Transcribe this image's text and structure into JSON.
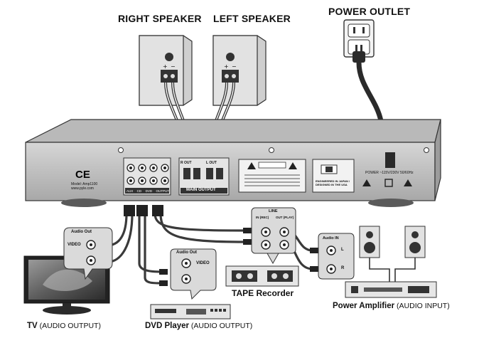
{
  "labels": {
    "right_speaker": "RIGHT SPEAKER",
    "left_speaker": "LEFT SPEAKER",
    "power_outlet": "POWER OUTLET",
    "tape_recorder": "TAPE Recorder",
    "tv_bold": "TV",
    "tv_rest": " (AUDIO OUTPUT)",
    "dvd_bold": "DVD Player",
    "dvd_rest": " (AUDIO OUTPUT)",
    "amp_bold": "Power Amplifier",
    "amp_rest": " (AUDIO INPUT)"
  },
  "amp": {
    "ce": "CE",
    "model": "Model: Amp1100",
    "site": "www.pyle.com",
    "main_output": "MAIN OUTPUT",
    "r_out": "R OUT",
    "l_out": "L OUT",
    "power_text": "POWER ~115V/230V 50/60Hz",
    "input_labels": [
      "AUX",
      "CD",
      "DVD",
      "OUTPUT"
    ],
    "engineered": "ENGINEERED IN JAPAN / DESIGNED IN THE USA"
  },
  "jacks": {
    "tv_title": "Audio Out",
    "tv_video": "VIDEO",
    "dvd_title": "Audio Out",
    "dvd_video": "VIDEO",
    "line": "LINE",
    "tape_in": "IN (REC)",
    "tape_out": "OUT (PLAY)",
    "audio_in": "Audio IN",
    "l": "L",
    "r": "R"
  },
  "colors": {
    "chassis": "#c8c8c8",
    "panel": "#e6e6e6",
    "dark": "#2a2a2a",
    "cable": "#3a3a3a"
  }
}
